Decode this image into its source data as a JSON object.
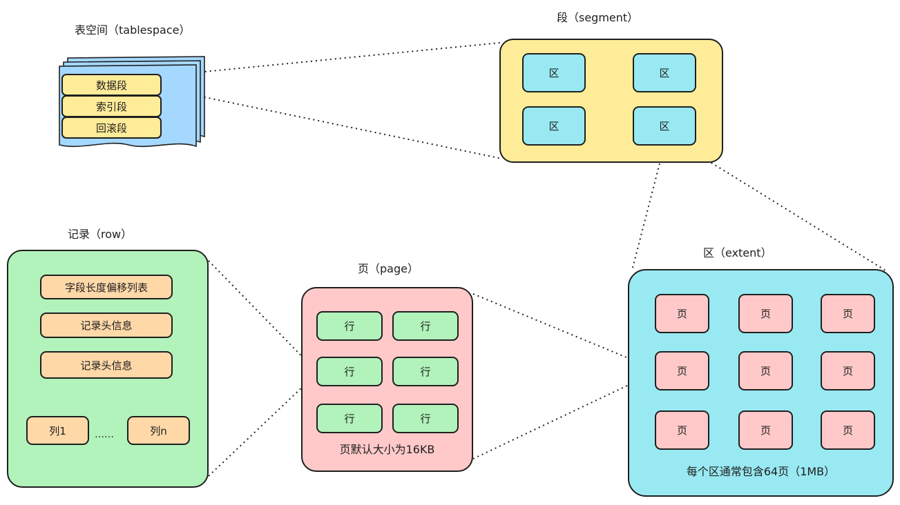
{
  "tablespace": {
    "title": "表空间（tablespace）",
    "segments": [
      "数据段",
      "索引段",
      "回滚段"
    ]
  },
  "segment": {
    "title": "段（segment）",
    "cells": [
      "区",
      "区",
      "区",
      "区"
    ]
  },
  "record": {
    "title": "记录（row）",
    "header1": "字段长度偏移列表",
    "header2": "记录头信息",
    "header3": "记录头信息",
    "col_first": "列1",
    "ellipsis": "……",
    "col_last": "列n"
  },
  "page": {
    "title": "页（page）",
    "cells": [
      "行",
      "行",
      "行",
      "行",
      "行",
      "行"
    ],
    "note": "页默认大小为16KB"
  },
  "extent": {
    "title": "区（extent）",
    "cells": [
      "页",
      "页",
      "页",
      "页",
      "页",
      "页",
      "页",
      "页",
      "页"
    ],
    "note": "每个区通常包含64页（1MB）"
  },
  "colors": {
    "yellow": "#ffec99",
    "cyan": "#99e9f2",
    "green": "#b2f2bb",
    "pink": "#ffc9c9",
    "orange": "#ffd8a8",
    "blue": "#a5d8ff"
  }
}
